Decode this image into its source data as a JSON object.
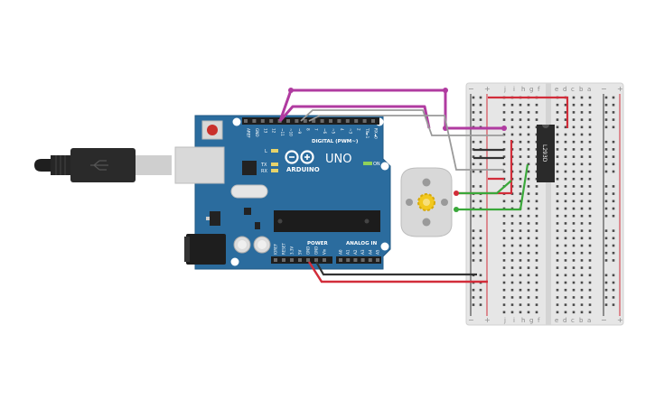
{
  "board": {
    "name": "UNO",
    "brand": "ARDUINO",
    "digital_label": "DIGITAL (PWM~)",
    "power_label": "POWER",
    "analog_label": "ANALOG IN",
    "on_label": "ON",
    "tx_label": "TX",
    "rx_label": "RX",
    "l_label": "L",
    "digital_pins": [
      "AREF",
      "GND",
      "13",
      "12",
      "~11",
      "~10",
      "~9",
      "8",
      "7",
      "~6",
      "~5",
      "4",
      "~3",
      "2",
      "TX►1",
      "RX◄0"
    ],
    "power_pins": [
      "IOREF",
      "RESET",
      "3.3V",
      "5V",
      "GND",
      "GND",
      "Vin"
    ],
    "analog_pins": [
      "A0",
      "A1",
      "A2",
      "A3",
      "A4",
      "A5"
    ],
    "board_color": "#2b6c9e"
  },
  "driver_chip": {
    "label": "L293D"
  },
  "breadboard": {
    "column_letters_left": [
      "j",
      "i",
      "h",
      "g",
      "f"
    ],
    "column_letters_right": [
      "e",
      "d",
      "c",
      "b",
      "a"
    ],
    "minus_symbol": "−",
    "plus_symbol": "+"
  },
  "wire_colors": {
    "signal_magenta": "#b03ba0",
    "signal_gray": "#9a9a9a",
    "power_red": "#d22d3a",
    "ground_black": "#333333",
    "motor_green": "#3aa83a"
  }
}
